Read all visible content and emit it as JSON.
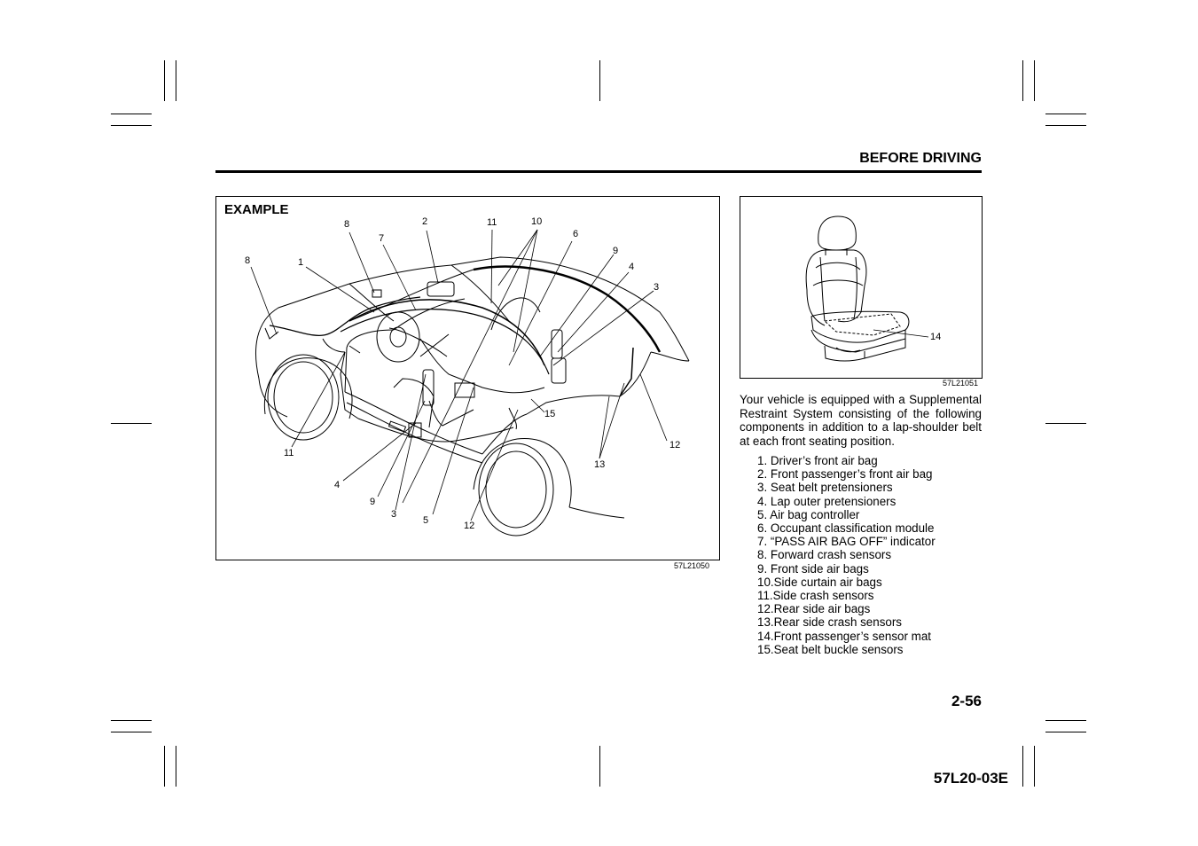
{
  "header": {
    "section_title": "BEFORE DRIVING"
  },
  "figure_main": {
    "label": "EXAMPLE",
    "code": "57L21050",
    "callouts": [
      "8",
      "1",
      "7",
      "8",
      "2",
      "11",
      "10",
      "6",
      "9",
      "4",
      "3",
      "11",
      "4",
      "9",
      "3",
      "5",
      "12",
      "15",
      "13",
      "12"
    ]
  },
  "figure_seat": {
    "code": "57L21051",
    "callouts": [
      "14"
    ]
  },
  "body": {
    "paragraph": "Your vehicle is equipped with a Supplemental Restraint System consisting of the following components in addition to a lap-shoulder belt at each front seating position.",
    "components": [
      "1.  Driver’s front air bag",
      "2.  Front passenger’s front air bag",
      "3.  Seat belt pretensioners",
      "4.  Lap outer pretensioners",
      "5.  Air bag controller",
      "6.  Occupant classification module",
      "7.  “PASS AIR BAG OFF” indicator",
      "8.  Forward crash sensors",
      "9.  Front side air bags",
      "10.Side curtain air bags",
      "11.Side crash sensors",
      "12.Rear side air bags",
      "13.Rear side crash sensors",
      "14.Front passenger’s sensor mat",
      "15.Seat belt buckle sensors"
    ]
  },
  "footer": {
    "page_number": "2-56",
    "doc_code": "57L20-03E"
  }
}
